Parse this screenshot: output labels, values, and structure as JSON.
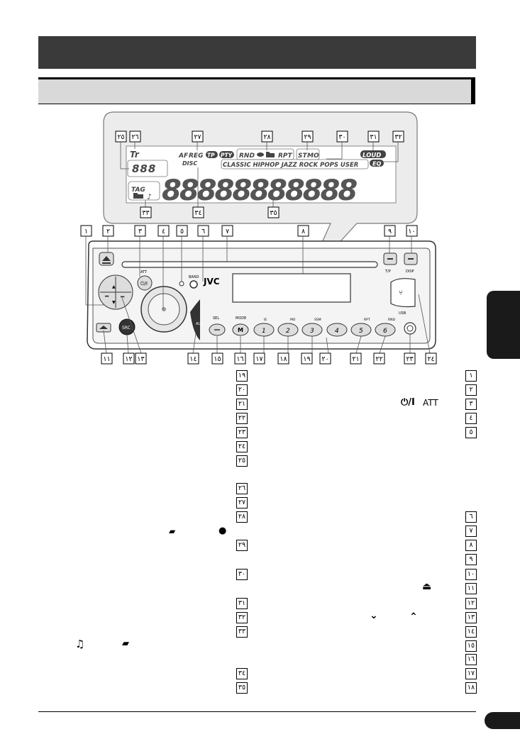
{
  "display": {
    "tr": "Tr",
    "af": "AF",
    "reg": "REG",
    "tp": "TP",
    "pty": "PTY",
    "rnd": "RND",
    "rpt": "RPT",
    "st": "ST",
    "mo": "MO",
    "loud": "LOUD",
    "eq": "EQ",
    "disc": "DISC",
    "eq_modes": "CLASSIC HIPHOP JAZZ ROCK POPS USER",
    "tag": "TAG",
    "digits_small": "888",
    "segments": "88888888888"
  },
  "unit": {
    "brand": "JVC",
    "att": "ATT",
    "band": "BAND",
    "aux": "AUX",
    "sel": "SEL",
    "mode": "MODE",
    "tp": "T/P",
    "disp": "DISP",
    "usb": "USB",
    "src": "SRC",
    "mo": "MO",
    "ssm": "SSM",
    "rpt": "RPT",
    "rnd": "RND",
    "ie": "IE",
    "presets": [
      "1",
      "2",
      "3",
      "4",
      "5",
      "6"
    ]
  },
  "callouts": {
    "top": [
      "٢٥",
      "٢٦",
      "٢٧",
      "٢٨",
      "٢٩",
      "٣٠",
      "٣١",
      "٣٢"
    ],
    "display_bottom": [
      "٣٣",
      "٣٤",
      "٣٥"
    ],
    "unit_top": [
      "١",
      "٢",
      "٣",
      "٤",
      "٥",
      "٦",
      "٧",
      "٨",
      "٩",
      "١٠"
    ],
    "unit_bottom": [
      "١١",
      "١٢",
      "١٣",
      "١٤",
      "١٥",
      "١٦",
      "١٧",
      "١٨",
      "١٩",
      "٢٠",
      "٢١",
      "٢٢",
      "٢٣",
      "٢٤"
    ]
  },
  "legend": {
    "left_numbers": [
      "١٩",
      "٢٠",
      "٢١",
      "٢٢",
      "٢٣",
      "٢٤",
      "٢٥",
      "٢٦",
      "٢٧",
      "٢٨",
      "٢٩",
      "٣٠",
      "٣١",
      "٣٢",
      "٣٣",
      "٣٤",
      "٣٥"
    ],
    "right_numbers": [
      "١",
      "٢",
      "٣",
      "٤",
      "٥",
      "٦",
      "٧",
      "٨",
      "٩",
      "١٠",
      "١١",
      "١٢",
      "١٣",
      "١٤",
      "١٥",
      "١٦",
      "١٧",
      "١٨"
    ],
    "att_label": "ATT"
  }
}
